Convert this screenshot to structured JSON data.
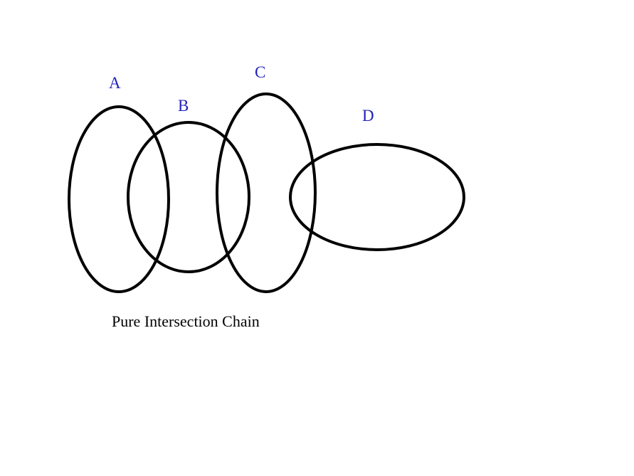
{
  "diagram": {
    "title": "Pure Intersection Chain",
    "labels": {
      "a": "A",
      "b": "B",
      "c": "C",
      "d": "D"
    },
    "colors": {
      "label": "#2222bb",
      "stroke": "#000000",
      "background": "#ffffff"
    }
  }
}
